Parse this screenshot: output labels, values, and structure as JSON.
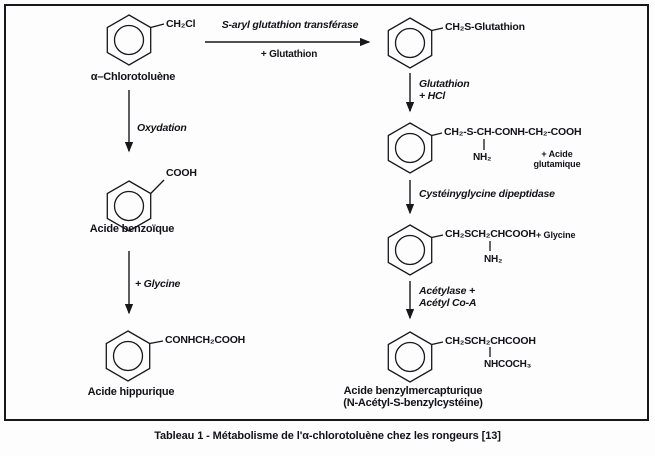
{
  "figure": {
    "caption": "Tableau 1 - Métabolisme de l'α-chlorotoluène chez les rongeurs [13]"
  },
  "compounds": {
    "chlorotoluene": {
      "formula": "CH₂Cl",
      "name": "α–Chlorotoluène"
    },
    "benzoique": {
      "formula": "COOH",
      "name": "Acide benzoïque"
    },
    "hippurique": {
      "formula": "CONHCH₂COOH",
      "name": "Acide hippurique"
    },
    "glutathion_conjugue": {
      "formula": "CH₂S-Glutathion"
    },
    "glutamyl": {
      "formula": "CH₂-S-CH-CONH-CH₂-COOH",
      "amine": "NH₂",
      "side_note": "+ Acide\nglutamique"
    },
    "cysteine_conjugue": {
      "formula": "CH₂SCH₂CHCOOH",
      "amine": "NH₂",
      "side_note": "+ Glycine"
    },
    "mercapturique": {
      "formula": "CH₂SCH₂CHCOOH",
      "acetyl": "NHCOCH₃",
      "name": "Acide benzylmercapturique\n(N-Acétyl-S-benzylcystéine)"
    }
  },
  "reactions": {
    "transferase_enzyme": "S-aryl glutathion transférase",
    "transferase_reagent": "+ Glutathion",
    "oxydation": "Oxydation",
    "glycine_left": "+ Glycine",
    "glutathion_hcl": "Glutathion\n+ HCl",
    "dipeptidase": "Cystéinyglycine dipeptidase",
    "acetylase": "Acétylase +\nAcétyl Co-A"
  },
  "colors": {
    "ink": "#17171c",
    "background": "#fdfdfd"
  }
}
